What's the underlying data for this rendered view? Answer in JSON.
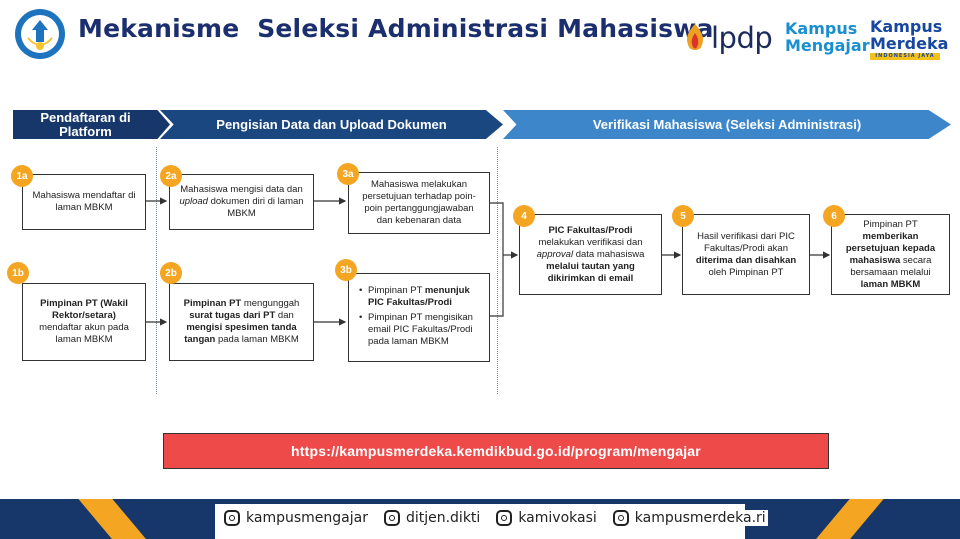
{
  "header": {
    "title": "Mekanisme  Seleksi Administrasi Mahasiswa",
    "logos": {
      "lpdp": "lpdp",
      "kampus_mengajar": [
        "Kampus",
        "Mengajar"
      ],
      "kampus_merdeka": [
        "Kampus",
        "Merdeka"
      ],
      "kampus_merdeka_tagline": "INDONESIA JAYA"
    }
  },
  "phases": [
    {
      "label": "Pendaftaran di Platform",
      "color": "#17376b"
    },
    {
      "label": "Pengisian Data dan Upload Dokumen",
      "color": "#1a4780"
    },
    {
      "label": "Verifikasi Mahasiswa (Seleksi Administrasi)",
      "color": "#3c86c9"
    }
  ],
  "steps": {
    "s1a": {
      "badge": "1a",
      "parts": [
        {
          "t": "Mahasiswa mendaftar di laman MBKM"
        }
      ]
    },
    "s1b": {
      "badge": "1b",
      "parts": [
        {
          "t": "Pimpinan PT (Wakil Rektor/setara)",
          "b": true
        },
        {
          "t": " mendaftar akun pada laman MBKM"
        }
      ]
    },
    "s2a": {
      "badge": "2a",
      "parts": [
        {
          "t": "Mahasiswa mengisi data dan "
        },
        {
          "t": "upload",
          "i": true
        },
        {
          "t": " dokumen diri di laman MBKM"
        }
      ]
    },
    "s2b": {
      "badge": "2b",
      "parts": [
        {
          "t": "Pimpinan PT",
          "b": true
        },
        {
          "t": " mengunggah "
        },
        {
          "t": "surat tugas dari PT",
          "b": true
        },
        {
          "t": " dan "
        },
        {
          "t": "mengisi spesimen tanda tangan",
          "b": true
        },
        {
          "t": " pada laman MBKM"
        }
      ]
    },
    "s3a": {
      "badge": "3a",
      "parts": [
        {
          "t": "Mahasiswa melakukan persetujuan terhadap poin-poin pertanggungjawaban dan kebenaran data"
        }
      ]
    },
    "s3b": {
      "badge": "3b",
      "bullets": [
        [
          {
            "t": "Pimpinan PT "
          },
          {
            "t": "menunjuk PIC Fakultas/Prodi",
            "b": true
          }
        ],
        [
          {
            "t": "Pimpinan PT mengisikan email PIC Fakultas/Prodi pada laman MBKM"
          }
        ]
      ]
    },
    "s4": {
      "badge": "4",
      "parts": [
        {
          "t": "PIC Fakultas/Prodi",
          "b": true
        },
        {
          "t": " melakukan verifikasi dan "
        },
        {
          "t": "approval",
          "i": true
        },
        {
          "t": " data mahasiswa "
        },
        {
          "t": "melalui tautan yang dikirimkan di email",
          "b": true
        }
      ]
    },
    "s5": {
      "badge": "5",
      "parts": [
        {
          "t": "Hasil verifikasi dari PIC Fakultas/Prodi akan "
        },
        {
          "t": "diterima dan disahkan",
          "b": true
        },
        {
          "t": " oleh Pimpinan PT"
        }
      ]
    },
    "s6": {
      "badge": "6",
      "parts": [
        {
          "t": "Pimpinan PT "
        },
        {
          "t": "memberikan persetujuan kepada mahasiswa",
          "b": true
        },
        {
          "t": " secara bersamaan melalui "
        },
        {
          "t": "laman MBKM",
          "b": true
        }
      ]
    }
  },
  "url": "https://kampusmerdeka.kemdikbud.go.id/program/mengajar",
  "footer": {
    "socials": [
      "kampusmengajar",
      "ditjen.dikti",
      "kamivokasi",
      "kampusmerdeka.ri"
    ]
  },
  "colors": {
    "badge": "#f4a623",
    "url_bar": "#ef4a4a",
    "footer": "#17376b",
    "title": "#1b2f6e"
  }
}
